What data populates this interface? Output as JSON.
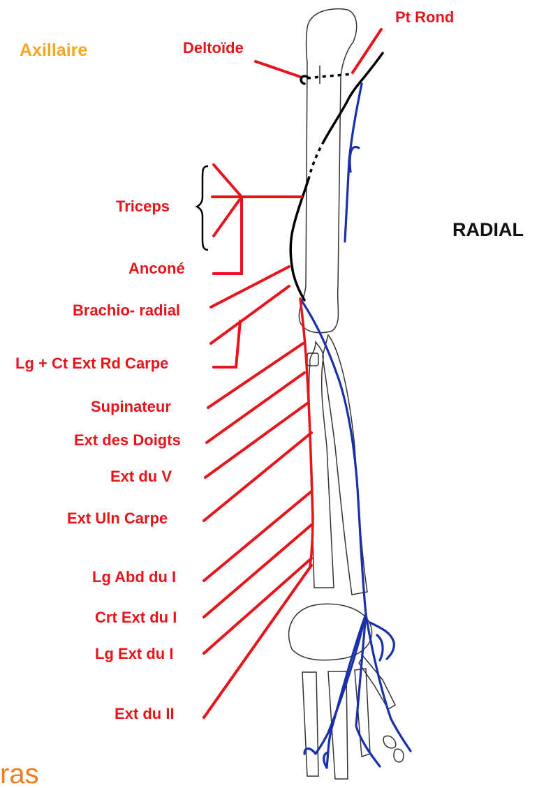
{
  "title_axillaire": "Axillaire",
  "title_radial": "RADIAL",
  "footer_partial": "ras",
  "labels": {
    "deltoide": "Deltoïde",
    "pt_rond": "Pt Rond",
    "triceps": "Triceps",
    "ancone": "Anconé",
    "brachio_radial": "Brachio- radial",
    "lg_ct_ext_rd_carpe": "Lg + Ct Ext Rd Carpe",
    "supinateur": "Supinateur",
    "ext_des_doigts": "Ext des Doigts",
    "ext_du_v": "Ext du V",
    "ext_uln_carpe": "Ext Uln Carpe",
    "lg_abd_du_i": "Lg Abd du I",
    "crt_ext_du_i": "Crt Ext du I",
    "lg_ext_du_i": "Lg Ext du I",
    "ext_du_ii": "Ext du II"
  },
  "colors": {
    "label_red": "#e8141c",
    "title_orange": "#f5a623",
    "footer_orange": "#f07d1a",
    "sensory_blue": "#1a2faa",
    "nerve_black": "#000000"
  }
}
